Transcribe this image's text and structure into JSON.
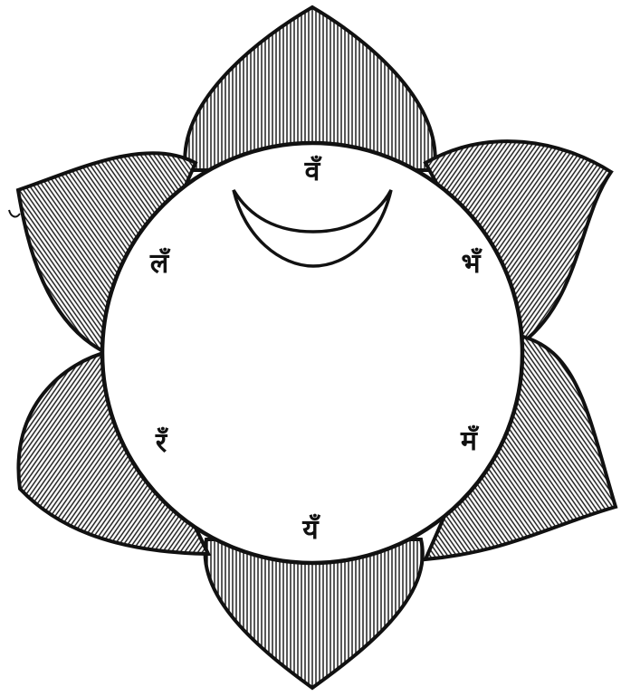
{
  "diagram": {
    "petal_count": 6,
    "syllables": {
      "top": "वँ",
      "upper_right": "भँ",
      "lower_right": "मँ",
      "bottom": "यँ",
      "lower_left": "रँ",
      "upper_left": "लँ"
    },
    "colors": {
      "ink": "#111111",
      "background": "#ffffff"
    }
  }
}
